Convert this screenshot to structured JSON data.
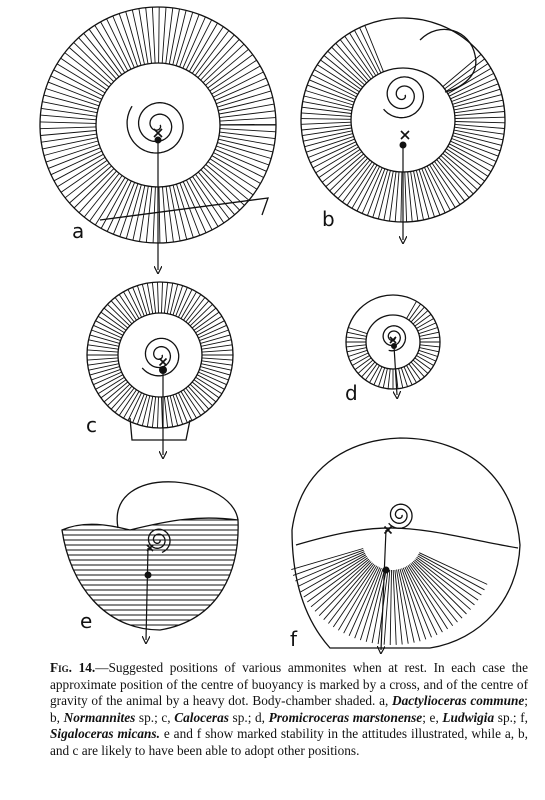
{
  "figure": {
    "panels": [
      {
        "label": "a"
      },
      {
        "label": "b"
      },
      {
        "label": "c"
      },
      {
        "label": "d"
      },
      {
        "label": "e"
      },
      {
        "label": "f"
      }
    ]
  },
  "caption": {
    "fig_no": "Fig. 14.",
    "heading": "—Suggested positions of various ammonites when at rest.",
    "t1": " In each case the approximate position of the centre of buoyancy is marked by a cross, and of the centre of gravity of the animal by a heavy dot. Body-chamber shaded. a, ",
    "s_a": "Dactylioceras commune",
    "t2": "; b, ",
    "s_b": "Normannites",
    "t3": " sp.; c, ",
    "s_c": "Caloceras",
    "t4": " sp.; d, ",
    "s_d": "Promicroceras marstonense",
    "t5": "; e, ",
    "s_e": "Ludwigia",
    "t6": " sp.; f, ",
    "s_f": "Sigaloceras micans.",
    "t7": " e and f show marked stability in the attitudes illustrated, while a, b, and c are likely to have been able to adopt other positions."
  }
}
